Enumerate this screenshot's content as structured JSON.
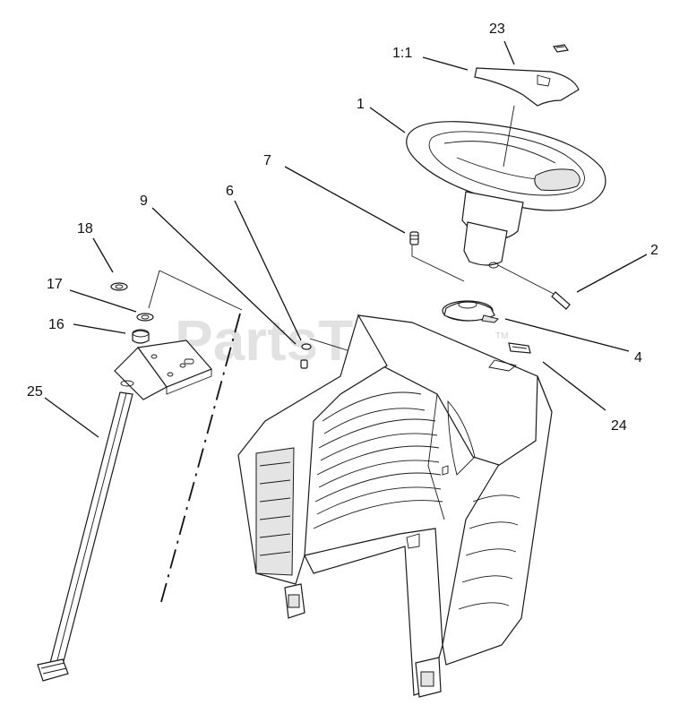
{
  "watermark": {
    "text": "PartsTree",
    "tm": "TM"
  },
  "callouts": [
    {
      "id": "23",
      "label": "23"
    },
    {
      "id": "1-1",
      "label": "1:1"
    },
    {
      "id": "1",
      "label": "1"
    },
    {
      "id": "7",
      "label": "7"
    },
    {
      "id": "9",
      "label": "9"
    },
    {
      "id": "6",
      "label": "6"
    },
    {
      "id": "2",
      "label": "2"
    },
    {
      "id": "18",
      "label": "18"
    },
    {
      "id": "17",
      "label": "17"
    },
    {
      "id": "16",
      "label": "16"
    },
    {
      "id": "4",
      "label": "4"
    },
    {
      "id": "24",
      "label": "24"
    },
    {
      "id": "25",
      "label": "25"
    }
  ],
  "colors": {
    "line": "#1a1a1a",
    "watermark": "#d9d9d9",
    "background": "#ffffff"
  }
}
